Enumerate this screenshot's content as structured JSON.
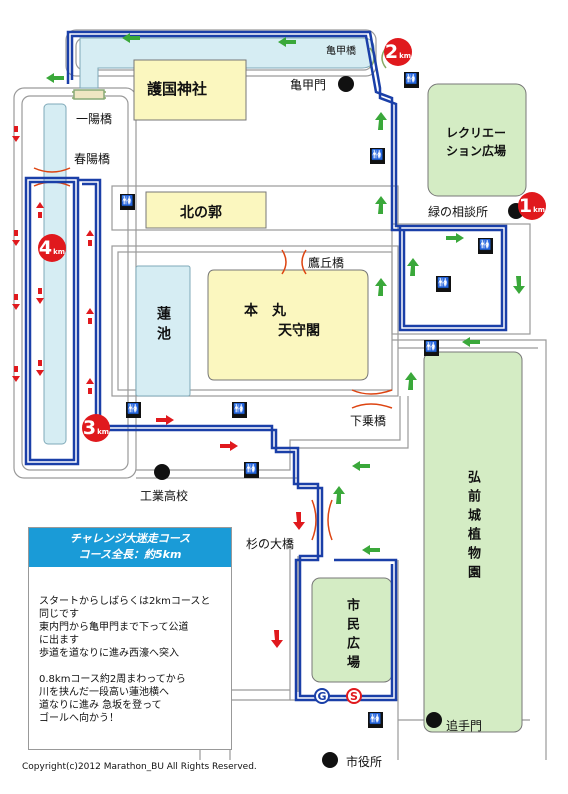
{
  "labels": {
    "gokoku_shrine": "護国神社",
    "kita_no_kuruwa": "北の郭",
    "honmaru": "本　丸",
    "tenshukaku": "天守閣",
    "hasu_ike": "蓮池",
    "recreation": "レクリエー\nション広場",
    "botanical": "弘前城植物園",
    "shimin_hiroba": "市民広場",
    "kameko_bashi": "亀甲橋",
    "kameko_mon": "亀甲門",
    "ichiyo_bashi": "一陽橋",
    "shunyo_bashi": "春陽橋",
    "takaoka_bashi": "鷹丘橋",
    "shimonori_bashi": "下乗橋",
    "kogyo_koko": "工業高校",
    "sugi_no_ohashi": "杉の大橋",
    "ote_mon": "追手門",
    "shiyakusho": "市役所",
    "midori_sodanjo": "緑の相談所"
  },
  "markers": {
    "km1": "1",
    "km2": "2",
    "km3": "3",
    "km4": "4",
    "km_unit": "km",
    "goal": "G",
    "start": "S",
    "toilet": "🚻"
  },
  "info": {
    "title": "チャレンジ大迷走コース",
    "subtitle": "コース全長：約5km",
    "lines": [
      "スタートからしばらくは2kmコースと",
      "同じです",
      "東内門から亀甲門まで下って公道",
      "に出ます",
      "歩道を道なりに進み西濠へ突入",
      "",
      "0.8kmコース約2周まわってから",
      "川を挟んだ一段高い蓮池横へ",
      "道なりに進み 急坂を登って",
      "ゴールへ向かう！"
    ]
  },
  "copyright": "Copyright(c)2012 Marathon_BU All Rights Reserved.",
  "colors": {
    "route": "#1a3fa8",
    "arrow_red": "#e0191d",
    "arrow_green": "#3aa83a",
    "yellow_area": "#fbf7bf",
    "green_area": "#d4ecc4",
    "water": "#d6edf3",
    "badge_red": "#e0191d",
    "info_header": "#1a9bd7"
  }
}
